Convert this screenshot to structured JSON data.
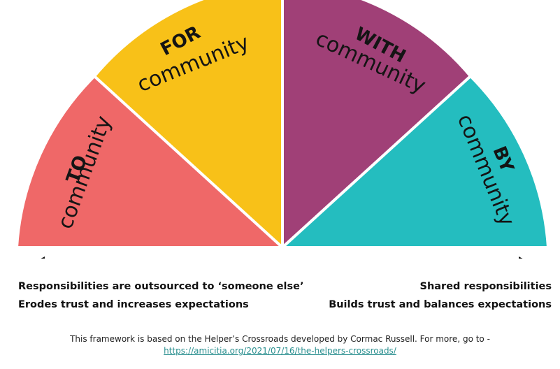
{
  "colors": {
    "to": "#ef6868",
    "for": "#f8c118",
    "with": "#a04077",
    "by": "#24bdbf",
    "arrow": "#111111",
    "link": "#2a8f8f"
  },
  "segments": [
    {
      "id": "to",
      "bold": "TO",
      "label": "community"
    },
    {
      "id": "for",
      "bold": "FOR",
      "label": "community"
    },
    {
      "id": "with",
      "bold": "WITH",
      "label": "community"
    },
    {
      "id": "by",
      "bold": "BY",
      "label": "community"
    }
  ],
  "left_captions": [
    "Responsibilities are outsourced to ‘someone else’",
    "Erodes trust and increases expectations"
  ],
  "right_captions": [
    "Shared responsibilities",
    "Builds trust and balances expectations"
  ],
  "footer": {
    "text": "This framework is based on the Helper’s Crossroads developed by Cormac Russell. For more, go to -",
    "link": "https://amicitia.org/2021/07/16/the-helpers-crossroads/"
  }
}
